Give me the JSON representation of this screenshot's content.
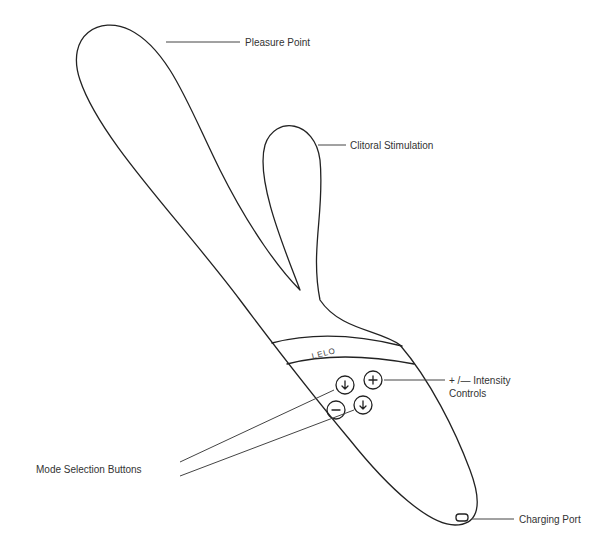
{
  "diagram": {
    "labels": [
      "Pleasure Point",
      "Clitoral Stimulation",
      "+ /— Intensity Controls",
      "Mode Selection Buttons",
      "Charging Port",
      "LELO"
    ]
  }
}
